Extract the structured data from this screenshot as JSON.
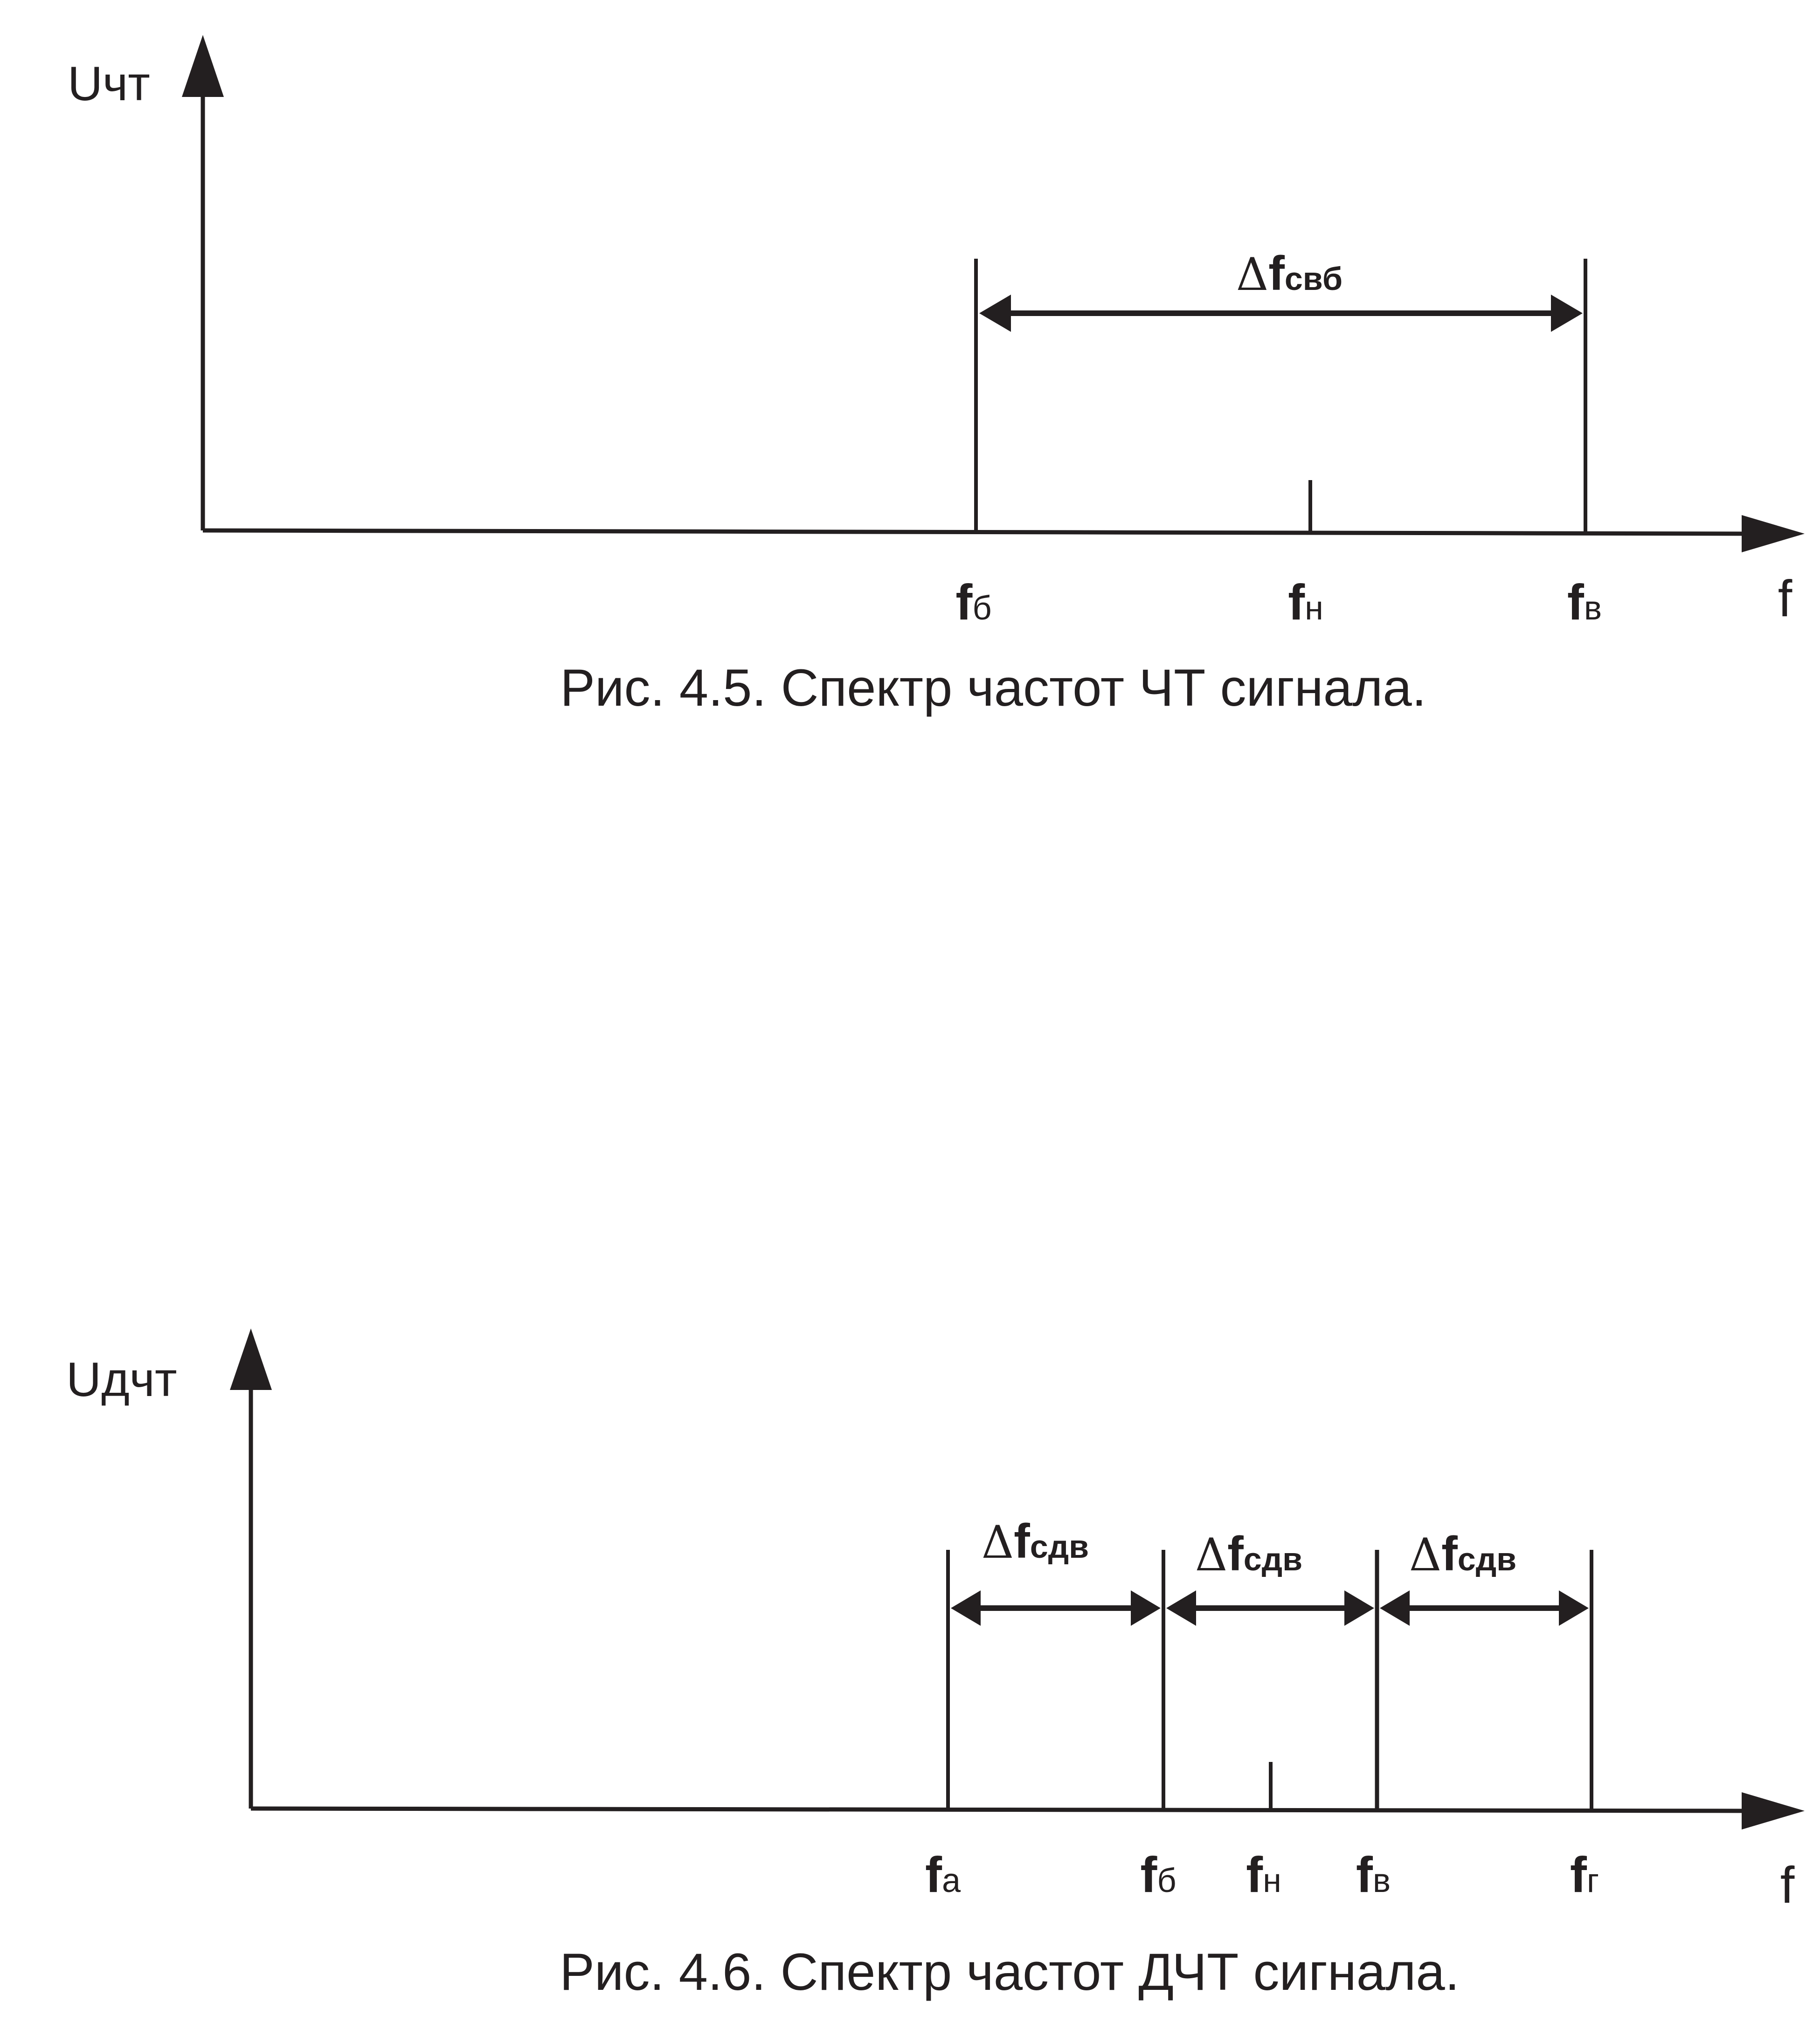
{
  "figures": [
    {
      "caption": "Рис. 4.5. Спектр частот ЧТ сигнала.",
      "y_axis": {
        "symbol": "U",
        "subscript": "чт"
      },
      "x_axis": {
        "label": "f"
      },
      "ticks": [
        {
          "symbol": "f",
          "subscript": "б"
        },
        {
          "symbol": "f",
          "subscript": "н"
        },
        {
          "symbol": "f",
          "subscript": "в"
        }
      ],
      "bands": [
        {
          "delta": "Δ",
          "symbol": "f",
          "subscript": "свб"
        }
      ]
    },
    {
      "caption": "Рис. 4.6. Спектр частот ДЧТ сигнала.",
      "y_axis": {
        "symbol": "U",
        "subscript": "дчт"
      },
      "x_axis": {
        "label": "f"
      },
      "ticks": [
        {
          "symbol": "f",
          "subscript": "а"
        },
        {
          "symbol": "f",
          "subscript": "б"
        },
        {
          "symbol": "f",
          "subscript": "н"
        },
        {
          "symbol": "f",
          "subscript": "в"
        },
        {
          "symbol": "f",
          "subscript": "г"
        }
      ],
      "bands": [
        {
          "delta": "Δ",
          "symbol": "f",
          "subscript": "сдв"
        },
        {
          "delta": "Δ",
          "symbol": "f",
          "subscript": "сдв"
        },
        {
          "delta": "Δ",
          "symbol": "f",
          "subscript": "сдв"
        }
      ]
    }
  ]
}
